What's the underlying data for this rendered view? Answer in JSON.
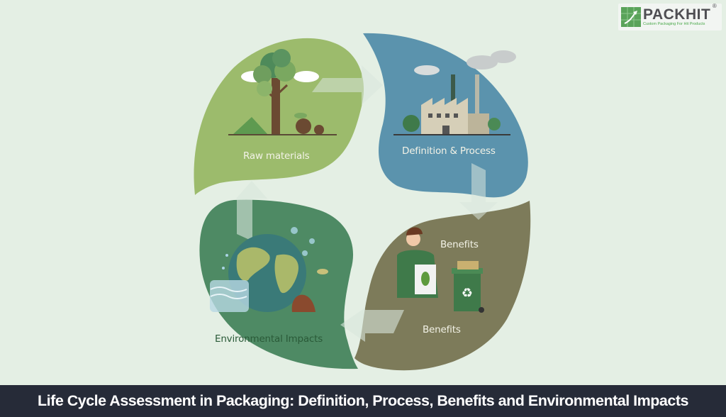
{
  "logo": {
    "name": "PACKHIT",
    "registered": "®",
    "tagline": "Custom Packaging For Hit Products"
  },
  "diagram": {
    "type": "cycle",
    "stages": [
      {
        "id": "raw-materials",
        "label": "Raw materials",
        "color": "#9cbb6c",
        "icon": "tree-icon"
      },
      {
        "id": "definition-process",
        "label": "Definition & Process",
        "color": "#5b93ad",
        "icon": "factory-icon"
      },
      {
        "id": "benefits",
        "label": "Benefits",
        "secondary_label": "Benefits",
        "color": "#7d7b5a",
        "icon": "person-recycle-icon"
      },
      {
        "id": "environmental-impacts",
        "label": "Environmental Impacts",
        "color": "#4e8a64",
        "icon": "globe-icon"
      }
    ],
    "arrows": [
      "right",
      "down",
      "left",
      "up"
    ]
  },
  "footer": {
    "title": "Life Cycle Assessment in Packaging: Definition, Process, Benefits and Environmental Impacts"
  },
  "colors": {
    "background": "#e4efe4",
    "footer_bg": "#262b38",
    "raw": "#9cbb6c",
    "process": "#5b93ad",
    "benefits": "#7d7b5a",
    "impacts": "#4e8a64"
  }
}
